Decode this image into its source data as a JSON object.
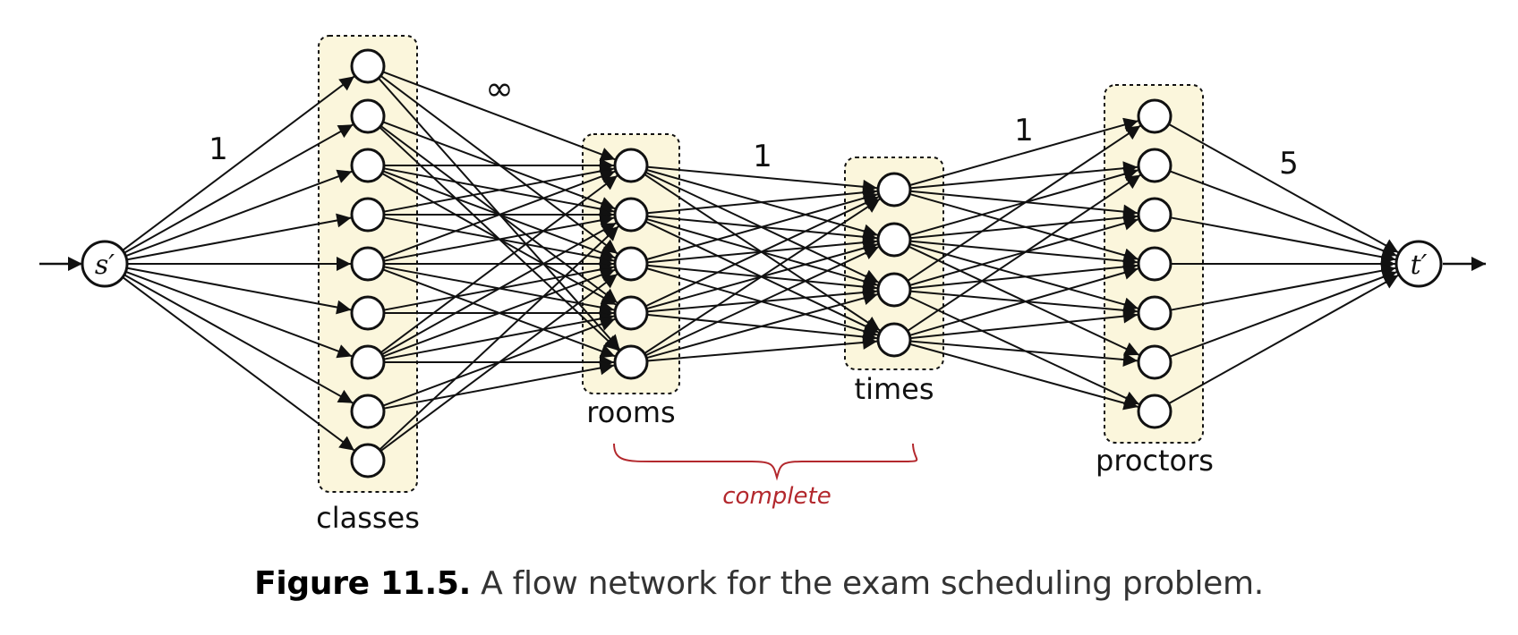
{
  "diagram": {
    "source_label": "s′",
    "sink_label": "t′",
    "groups": {
      "classes": "classes",
      "rooms": "rooms",
      "times": "times",
      "proctors": "proctors"
    },
    "capacities": {
      "source_to_classes": "1",
      "classes_to_rooms": "∞",
      "rooms_to_times": "1",
      "times_to_proctors": "1",
      "proctors_to_sink": "5"
    },
    "brace_label": "complete",
    "colors": {
      "group_fill": "#fbf6dc",
      "brace": "#b3282d",
      "edge": "#111111"
    }
  },
  "caption": {
    "figure": "Figure 11.5.",
    "text": "A flow network for the exam scheduling problem."
  }
}
